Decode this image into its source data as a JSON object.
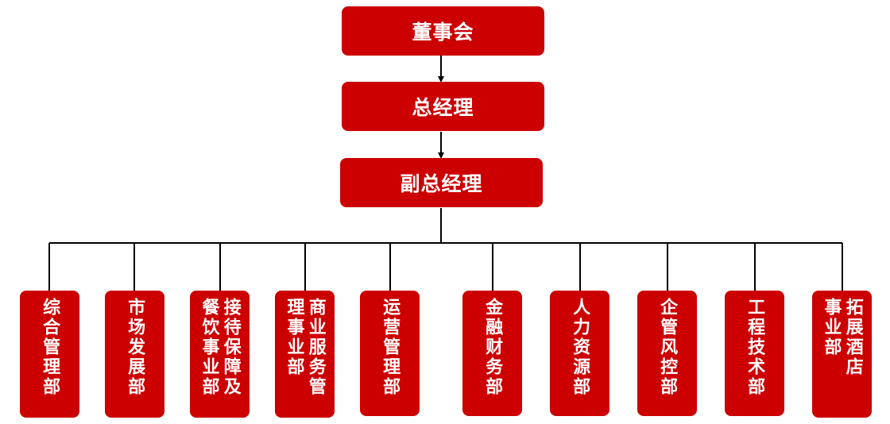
{
  "colors": {
    "box_fill": "#cc0000",
    "box_text": "#ffffff",
    "line": "#000000"
  },
  "levels": {
    "board": "董事会",
    "general_manager": "总经理",
    "deputy_general_manager": "副总经理"
  },
  "departments": [
    {
      "columns": [
        "综合管理部"
      ]
    },
    {
      "columns": [
        "市场发展部"
      ]
    },
    {
      "columns": [
        "接待保障及",
        "餐饮事业部"
      ]
    },
    {
      "columns": [
        "商业服务管",
        "理事业部"
      ]
    },
    {
      "columns": [
        "运营管理部"
      ]
    },
    {
      "columns": [
        "金融财务部"
      ]
    },
    {
      "columns": [
        "人力资源部"
      ]
    },
    {
      "columns": [
        "企管风控部"
      ]
    },
    {
      "columns": [
        "工程技术部"
      ]
    },
    {
      "columns": [
        "拓展酒店",
        "事业部"
      ]
    }
  ]
}
